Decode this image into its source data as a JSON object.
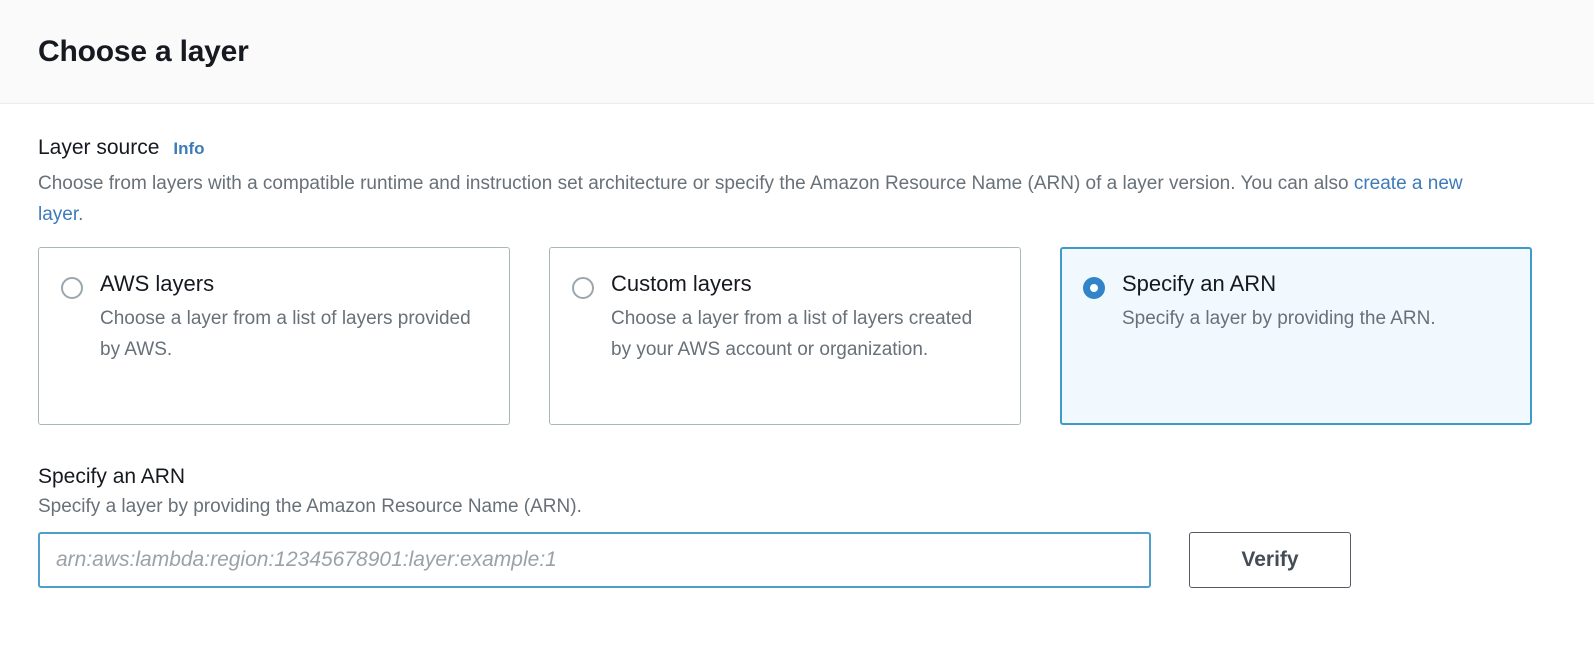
{
  "header": {
    "title": "Choose a layer"
  },
  "layer_source": {
    "label": "Layer source",
    "info_label": "Info",
    "description_part1": "Choose from layers with a compatible runtime and instruction set architecture or specify the Amazon Resource Name (ARN) of a layer version. You can also ",
    "description_link": "create a new layer",
    "description_part2": ".",
    "options": [
      {
        "title": "AWS layers",
        "description": "Choose a layer from a list of layers provided by AWS.",
        "selected": false
      },
      {
        "title": "Custom layers",
        "description": "Choose a layer from a list of layers created by your AWS account or organization.",
        "selected": false
      },
      {
        "title": "Specify an ARN",
        "description": "Specify a layer by providing the ARN.",
        "selected": true
      }
    ]
  },
  "arn_section": {
    "heading": "Specify an ARN",
    "description": "Specify a layer by providing the Amazon Resource Name (ARN).",
    "input_value": "",
    "input_placeholder": "arn:aws:lambda:region:12345678901:layer:example:1",
    "verify_label": "Verify"
  },
  "colors": {
    "accent_blue": "#3184c8",
    "link_blue": "#3d7bb8",
    "selected_card_border": "#3d9ac9",
    "selected_card_background": "#f1f8fe",
    "input_focus_border": "#4f9fc8",
    "button_border": "#545b64",
    "text_primary": "#16191f",
    "text_secondary": "#687078",
    "header_background": "#fafafa"
  }
}
